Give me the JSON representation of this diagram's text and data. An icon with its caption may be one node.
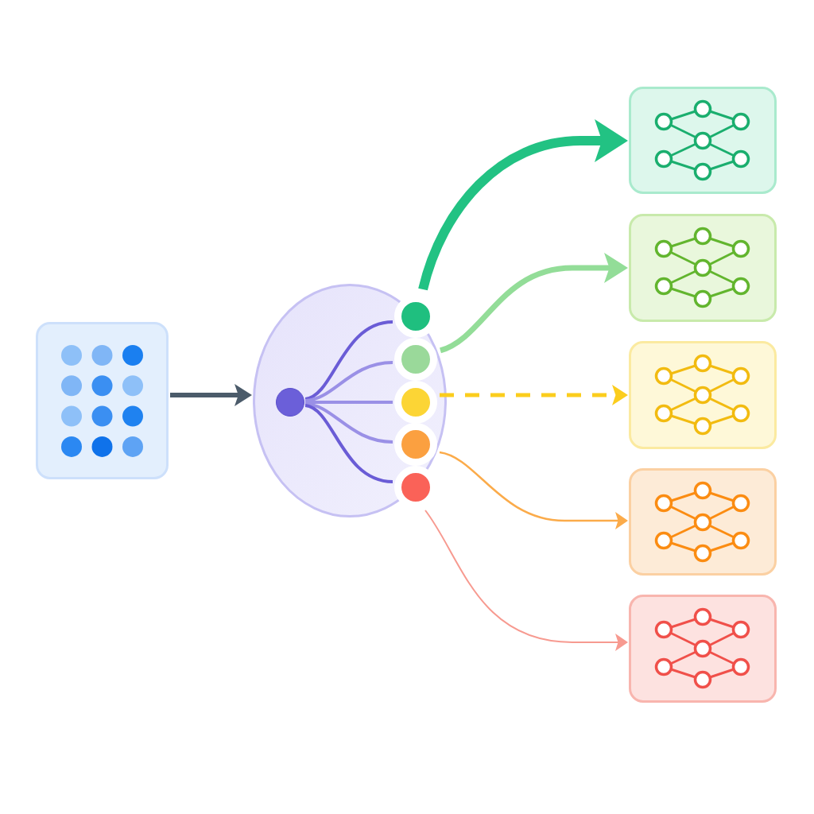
{
  "diagram": {
    "nodes": [
      {
        "text": [],
        "shape": "box"
      },
      {
        "text": [],
        "shape": "circle"
      },
      {
        "text": [],
        "shape": "circle",
        "in": 1
      },
      {
        "text": [],
        "shape": "circle"
      },
      {
        "text": [],
        "shape": "circle",
        "in": 1
      },
      {
        "text": [],
        "shape": "circle",
        "in": 1
      },
      {
        "text": [],
        "shape": "circle",
        "in": 1
      },
      {
        "text": [],
        "shape": "circle"
      },
      {
        "text": [],
        "shape": "box"
      },
      {
        "text": [],
        "shape": "box"
      },
      {
        "text": [],
        "shape": "box"
      },
      {
        "text": [],
        "shape": "box"
      },
      {
        "text": [],
        "shape": "box"
      }
    ],
    "edges": [
      {
        "from": 0,
        "to": 1,
        "arrow": "to",
        "color": "#4b5b6a"
      },
      {
        "from": 2,
        "to": 3,
        "arrow": "none",
        "color": "#6a5cd6"
      },
      {
        "from": 2,
        "to": 4,
        "arrow": "none",
        "color": "#9a90e6"
      },
      {
        "from": 2,
        "to": 5,
        "arrow": "none",
        "color": "#9a90e6"
      },
      {
        "from": 2,
        "to": 6,
        "arrow": "none",
        "color": "#9a90e6"
      },
      {
        "from": 2,
        "to": 7,
        "arrow": "none",
        "color": "#6a5cd6"
      },
      {
        "from": 3,
        "to": 8,
        "arrow": "to",
        "style": "thick",
        "color": "#22c283"
      },
      {
        "from": 4,
        "to": 9,
        "arrow": "to",
        "color": "#93dd98"
      },
      {
        "from": 5,
        "to": 10,
        "arrow": "to",
        "style": "dashed",
        "color": "#fbcd1d"
      },
      {
        "from": 6,
        "to": 11,
        "arrow": "to",
        "color": "#fbab4a"
      },
      {
        "from": 7,
        "to": 12,
        "arrow": "to",
        "color": "#f79a90"
      }
    ]
  }
}
